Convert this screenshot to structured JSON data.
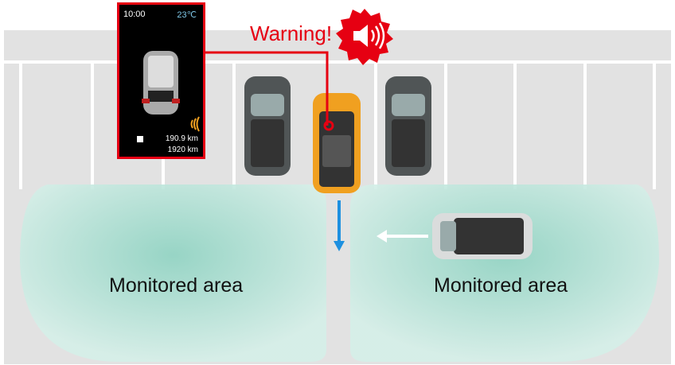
{
  "warning_label": "Warning!",
  "areas": {
    "left": "Monitored area",
    "right": "Monitored area"
  },
  "display": {
    "time": "10:00",
    "temperature": "23℃",
    "trip_distance": "190.9 km",
    "range": "1920 km",
    "trip_icon": "A"
  },
  "icons": [
    "speaker-warning-icon",
    "sensor-waves-icon",
    "reverse-arrow-icon",
    "approach-arrow-icon"
  ],
  "colors": {
    "warning": "#e60012",
    "ego_car": "#f0a020",
    "monitored_area": "#9fd8c8",
    "arrow_reverse": "#1e90e0"
  }
}
